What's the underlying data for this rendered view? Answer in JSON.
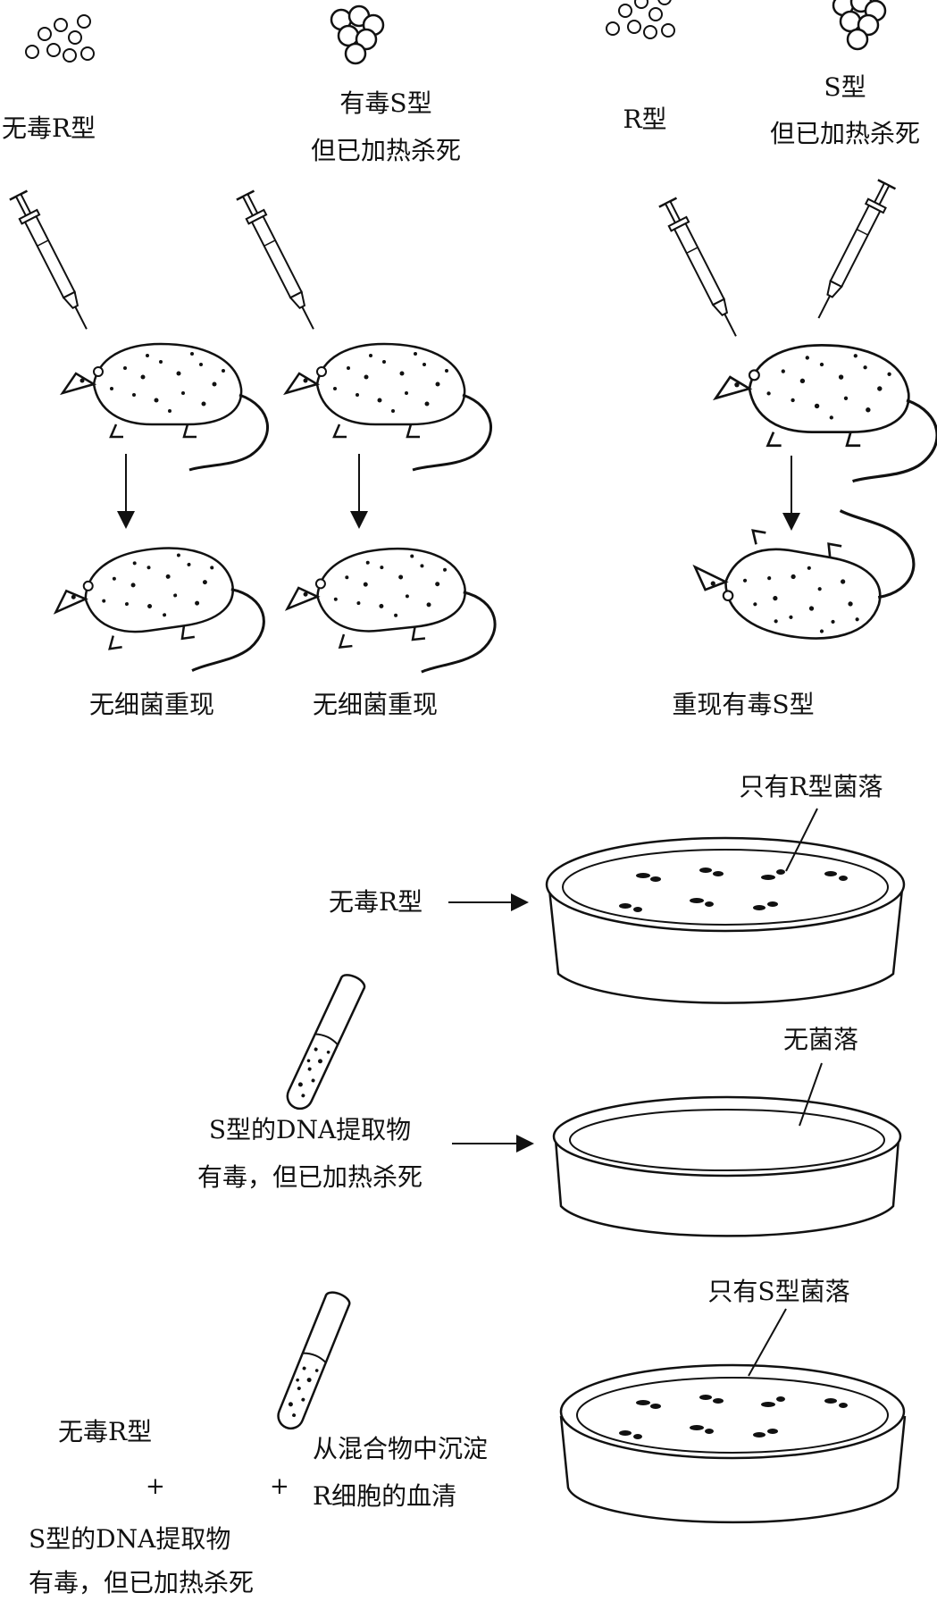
{
  "top": {
    "group1": {
      "label_r": "无毒R型",
      "label_s": "有毒S型",
      "label_s_note": "但已加热杀死",
      "result1": "无细菌重现",
      "result2": "无细菌重现"
    },
    "group2": {
      "label_r": "R型",
      "label_s": "S型",
      "label_s_note": "但已加热杀死",
      "result": "重现有毒S型"
    }
  },
  "bottom": {
    "plate1": {
      "source": "无毒R型",
      "note": "只有R型菌落"
    },
    "plate2": {
      "source_line1": "S型的DNA提取物",
      "source_line2": "有毒，但已加热杀死",
      "note": "无菌落"
    },
    "plate3": {
      "r_label": "无毒R型",
      "plus": "+",
      "s_line1": "S型的DNA提取物",
      "s_line2": "有毒，但已加热杀死",
      "serum_line1": "从混合物中沉淀",
      "serum_line2": "R细胞的血清",
      "note": "只有S型菌落"
    }
  }
}
